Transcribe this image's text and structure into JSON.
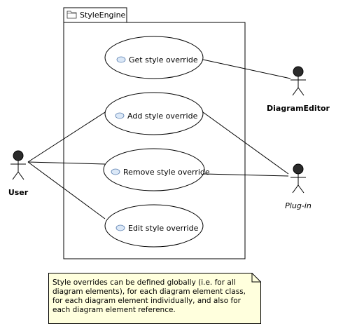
{
  "package": {
    "name": "StyleEngine",
    "icon": "folder-icon"
  },
  "use_cases": [
    {
      "label": "Get style override"
    },
    {
      "label": "Add style override"
    },
    {
      "label": "Remove style override"
    },
    {
      "label": "Edit style override"
    }
  ],
  "actors": {
    "user": {
      "label": "User"
    },
    "diagram_editor": {
      "label": "DiagramEditor"
    },
    "plugin": {
      "label": "Plug-in"
    }
  },
  "note": {
    "text": "Style overrides can be defined globally (i.e. for all diagram elements), for each diagram element class, for each diagram element individually, and also for each diagram element reference."
  },
  "colors": {
    "note_fill": "#ffffdd",
    "actor_head": "#2b2b2b",
    "use_case_icon": "#dbe8f7",
    "line": "#000000"
  }
}
